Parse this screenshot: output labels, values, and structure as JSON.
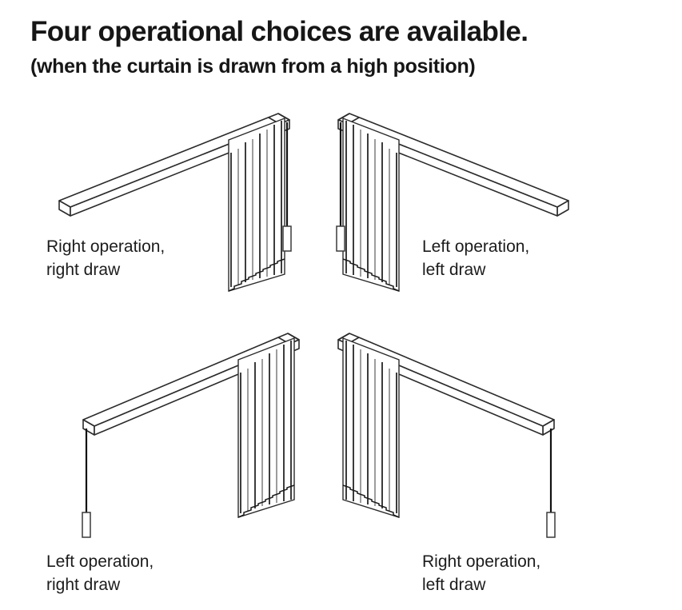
{
  "title": {
    "main": "Four operational choices are available.",
    "sub": "(when the curtain is drawn from a high position)"
  },
  "colors": {
    "background": "#ffffff",
    "ink": "#1a1a1a",
    "rail_stroke": "#2b2b2b",
    "rail_fill": "#ffffff",
    "vane_dark": "#1a1a1a",
    "vane_mid": "#8c8c8c",
    "cord": "#121212",
    "weight_fill": "#ffffff"
  },
  "panels": [
    {
      "id": "right-operation-right-draw",
      "caption_line1": "Right operation,",
      "caption_line2": "right draw",
      "rail_direction": "rises-to-right",
      "vane_side": "right",
      "cord_side": "right",
      "vane_count": 8
    },
    {
      "id": "left-operation-left-draw",
      "caption_line1": "Left operation,",
      "caption_line2": "left draw",
      "rail_direction": "descends-to-right",
      "vane_side": "left",
      "cord_side": "left",
      "vane_count": 8
    },
    {
      "id": "left-operation-right-draw",
      "caption_line1": "Left operation,",
      "caption_line2": "right draw",
      "rail_direction": "rises-to-right",
      "vane_side": "right",
      "cord_side": "left",
      "vane_count": 8
    },
    {
      "id": "right-operation-left-draw",
      "caption_line1": "Right operation,",
      "caption_line2": "left draw",
      "rail_direction": "descends-to-right",
      "vane_side": "left",
      "cord_side": "right",
      "vane_count": 8
    }
  ]
}
